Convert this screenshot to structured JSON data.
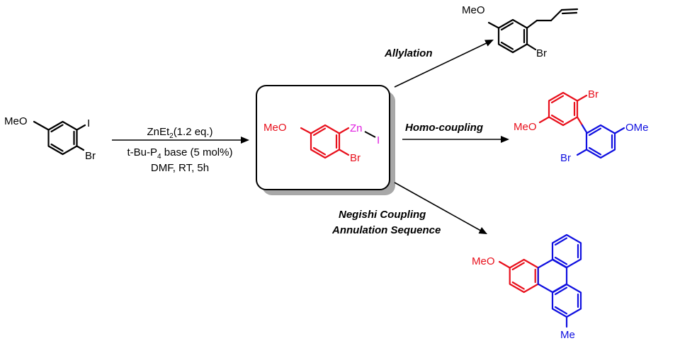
{
  "colors": {
    "black": "#000000",
    "red": "#e8101c",
    "blue": "#1010e0",
    "magenta": "#e020e0",
    "shadow": "#a8a8a8"
  },
  "starting_material": {
    "meo": "MeO",
    "iodo": "I",
    "bromo": "Br"
  },
  "conditions": {
    "reagent_main": "ZnEt",
    "reagent_sub": "2",
    "reagent_tail": "(1.2 eq.)",
    "base_main": "t-Bu-P",
    "base_sub": "4",
    "base_tail": " base (5 mol%)",
    "solvent": "DMF, RT, 5h"
  },
  "intermediate": {
    "meo": "MeO",
    "zinc": "Zn",
    "iodo": "I",
    "bromo": "Br"
  },
  "pathways": {
    "allylation": "Allylation",
    "homo_coupling": "Homo-coupling",
    "negishi_line1": "Negishi Coupling",
    "negishi_line2": "Annulation Sequence"
  },
  "products": {
    "allyl": {
      "meo": "MeO",
      "bromo": "Br"
    },
    "dimer": {
      "meo_red": "MeO",
      "bromo_red": "Br",
      "ome_blue": "OMe",
      "bromo_blue": "Br"
    },
    "triphenylene": {
      "meo": "MeO",
      "me": "Me"
    }
  }
}
